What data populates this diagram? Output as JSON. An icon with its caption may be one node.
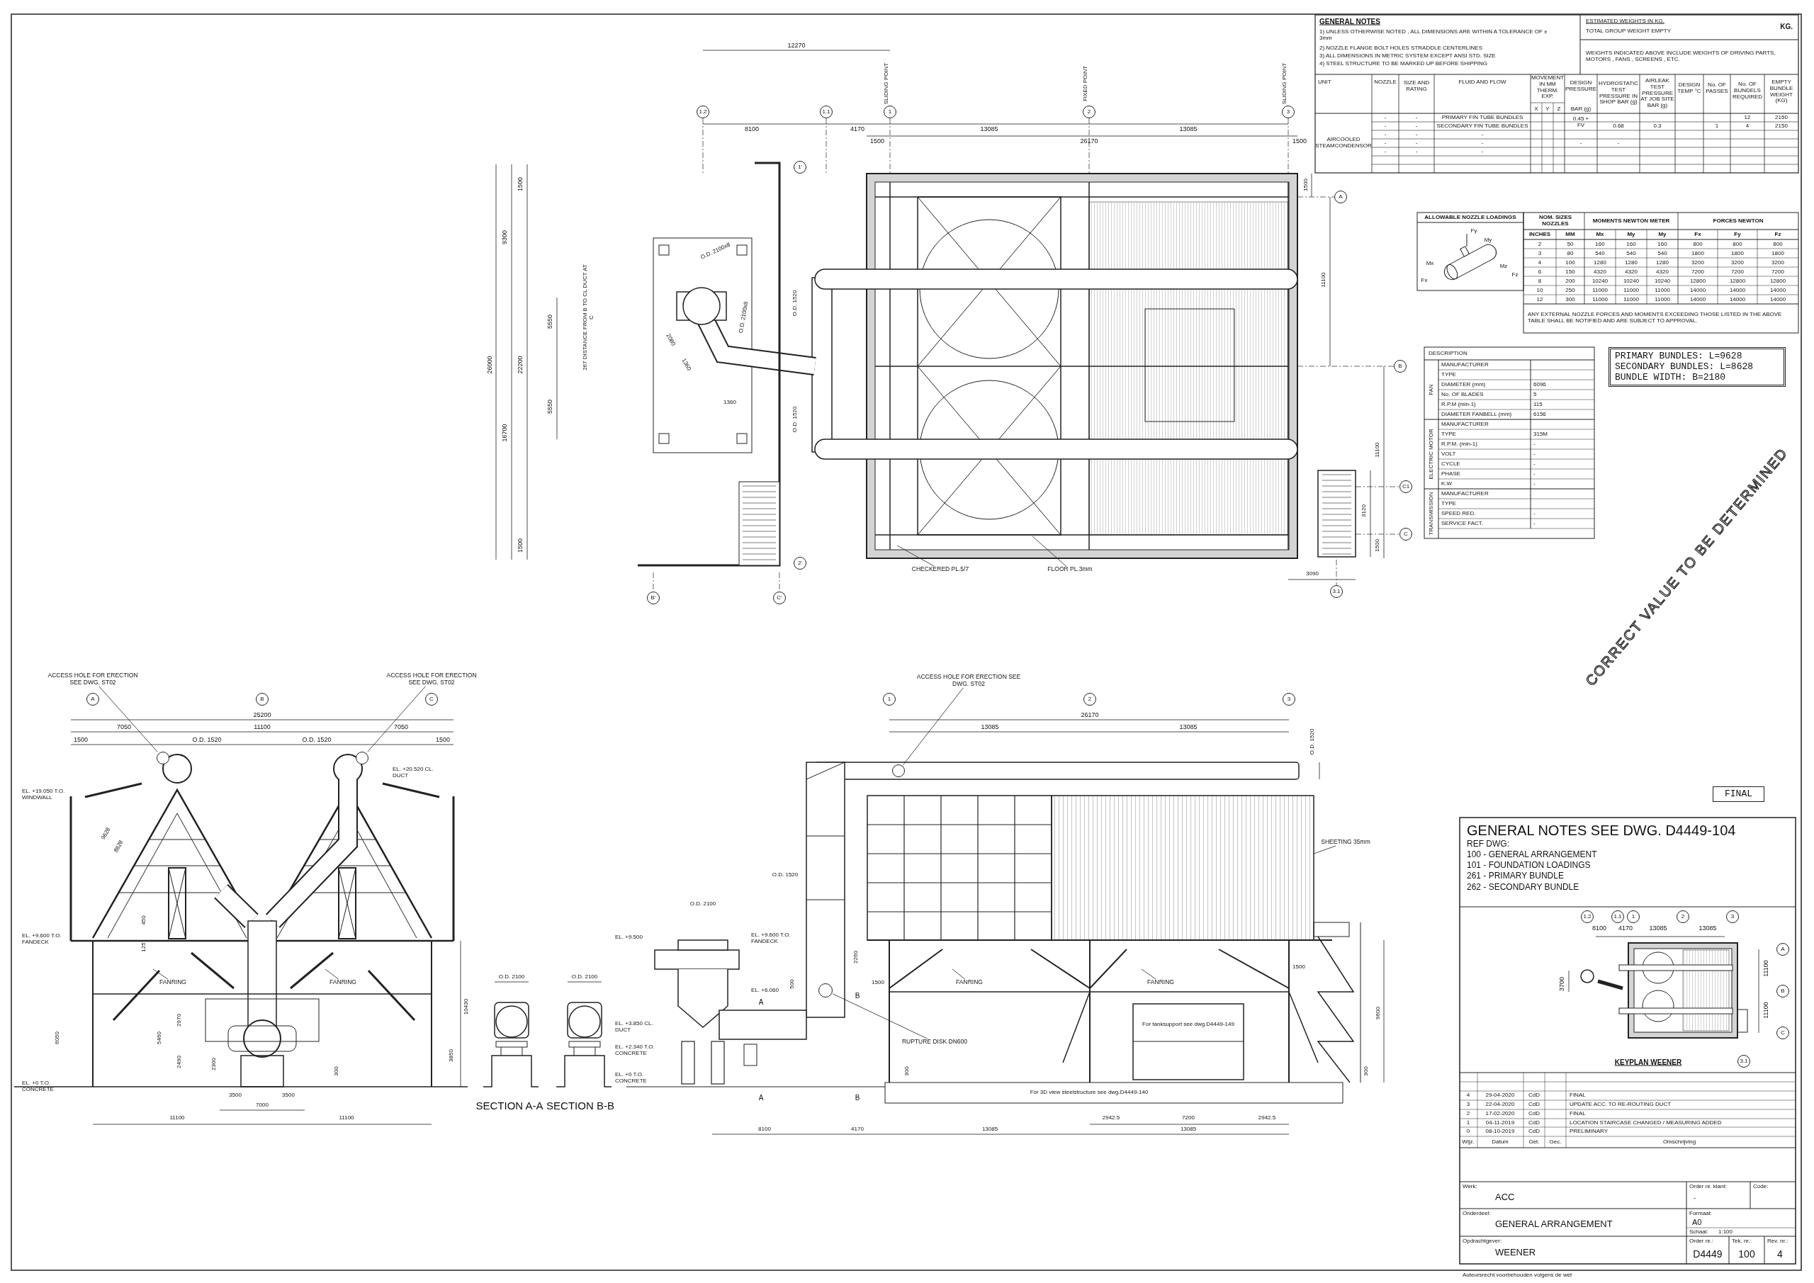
{
  "diagram": {
    "nodes": [
      {
        "text": [
          "ACCESS HOLE FOR ERECTION SEE DWG. ST02"
        ]
      },
      {
        "text": [
          "ACCESS HOLE FOR ERECTION SEE DWG. ST02"
        ]
      },
      {
        "text": [
          "ACCESS HOLE FOR ERECTION SEE DWG. ST02"
        ]
      },
      {
        "text": [
          "CHECKERED PL.5/7"
        ]
      },
      {
        "text": [
          "FLOOR PL.3mm"
        ]
      },
      {
        "text": [
          "SHEETING 35mm"
        ]
      },
      {
        "text": [
          "RUPTURE DISK DN600"
        ]
      },
      {
        "text": [
          "FANRING"
        ]
      },
      {
        "text": [
          "FANRING"
        ]
      },
      {
        "text": [
          "FANRING"
        ]
      },
      {
        "text": [
          "FANRING"
        ]
      },
      {
        "text": [
          "PRIMARY BUNDLES: L=9628",
          "SECONDARY BUNDLES: L=8628",
          "BUNDLE WIDTH: B=2180"
        ]
      },
      {
        "text": [
          "FINAL"
        ]
      },
      {
        "text": [
          "1.2"
        ]
      },
      {
        "text": [
          "1.1"
        ]
      },
      {
        "text": [
          "1"
        ],
        "beside": [
          "SLIDING POINT"
        ]
      },
      {
        "text": [
          "2"
        ],
        "beside": [
          "FIXED POINT"
        ]
      },
      {
        "text": [
          "3"
        ],
        "beside": [
          "SLIDING POINT"
        ]
      },
      {
        "text": [
          "1'"
        ]
      },
      {
        "text": [
          "A"
        ]
      },
      {
        "text": [
          "B"
        ]
      },
      {
        "text": [
          "C1"
        ]
      },
      {
        "text": [
          "C"
        ]
      },
      {
        "text": [
          "2'"
        ]
      },
      {
        "text": [
          "3.1"
        ]
      },
      {
        "text": [
          "B'"
        ]
      },
      {
        "text": [
          "C'"
        ]
      },
      {
        "text": [
          "A"
        ]
      },
      {
        "text": [
          "B"
        ]
      },
      {
        "text": [
          "C"
        ]
      },
      {
        "text": [
          "1"
        ]
      },
      {
        "text": [
          "2"
        ]
      },
      {
        "text": [
          "3"
        ]
      },
      {
        "text": [
          "1.2"
        ]
      },
      {
        "text": [
          "1.1"
        ]
      },
      {
        "text": [
          "1"
        ]
      },
      {
        "text": [
          "2"
        ]
      },
      {
        "text": [
          "3"
        ]
      },
      {
        "text": [
          "A"
        ]
      },
      {
        "text": [
          "B"
        ]
      },
      {
        "text": [
          "C"
        ]
      },
      {
        "text": [
          "3.1"
        ]
      },
      {
        "text": [],
        "shape": "circle"
      },
      {
        "text": [],
        "shape": "circle"
      },
      {
        "text": [],
        "shape": "circle"
      },
      {
        "text": [],
        "shape": "circle"
      }
    ],
    "edges": [
      {
        "from": 0,
        "to": 42,
        "arrow": "none"
      },
      {
        "from": 1,
        "to": 43,
        "arrow": "none"
      },
      {
        "from": 2,
        "to": 44,
        "arrow": "none"
      },
      {
        "from": 3,
        "to": null,
        "arrow": "none"
      },
      {
        "from": 4,
        "to": null,
        "arrow": "none"
      },
      {
        "from": 5,
        "to": null,
        "arrow": "none"
      },
      {
        "from": 6,
        "to": 45,
        "arrow": "none"
      },
      {
        "from": 7,
        "to": null,
        "arrow": "none"
      },
      {
        "from": 8,
        "to": null,
        "arrow": "none"
      },
      {
        "from": 9,
        "to": null,
        "arrow": "none"
      },
      {
        "from": 10,
        "to": null,
        "arrow": "none"
      }
    ],
    "labels": [
      "12270",
      "8100",
      "4170",
      "13085",
      "13085",
      "1500",
      "26170",
      "1500",
      "26000",
      "9300",
      "22200",
      "16700",
      "1500",
      "1500",
      "5550",
      "5550",
      "267 DISTANCE FROM B TO CL DUCT AT C",
      "O.D. 2100x8",
      "O.D. 2100x8",
      "2080",
      "1360",
      "1360",
      "O.D. 1520",
      "O.D. 1520",
      "1500",
      "11100",
      "11100",
      "3120",
      "1500",
      "3090",
      "GENERAL NOTES",
      "1) UNLESS OTHERWISE NOTED , ALL DIMENSIONS ARE WITHIN A TOLERANCE OF ± 3mm",
      "2) NOZZLE FLANGE BOLT HOLES STRADDLE CENTERLINES",
      "3) ALL DIMENSIONS IN METRIC SYSTEM EXCEPT ANSI STD. SIZE",
      "4) STEEL STRUCTURE TO BE MARKED UP BEFORE SHIPPING",
      "ESTIMATED WEIGHTS IN KG.",
      "TOTAL GROUP WEIGHT EMPTY",
      "KG.",
      "WEIGHTS INDICATED ABOVE INCLUDE WEIGHTS OF DRIVING PARTS, MOTORS , FANS , SCREENS , ETC.",
      "UNIT",
      "NOZZLE",
      "SIZE AND RATING",
      "FLUID AND FLOW",
      "MOVEMENT IN MM THERM. EXP.",
      "X",
      "Y",
      "Z",
      "DESIGN PRESSURE",
      "BAR (g)",
      "HYDROSTATIC TEST PRESSURE IN SHOP BAR (g)",
      "AIRLEAK TEST PRESSURE AT JOB SITE BAR (g)",
      "DESIGN TEMP °C",
      "No. OF PASSES",
      "No. OF BUNDELS REQUIRED",
      "EMPTY BUNDLE WEIGHT (KG)",
      "-",
      "-",
      "PRIMARY FIN TUBE BUNDLES",
      "0.45 + FV",
      "12",
      "2150",
      "-",
      "-",
      "SECONDARY FIN TUBE BUNDLES",
      "0.68",
      "0.3",
      "1",
      "4",
      "2150",
      "AIRCOOLED STEAMCONDENSOR",
      "-",
      "-",
      "-",
      "-",
      "-",
      "-",
      "-",
      "-",
      "-",
      "-",
      "-",
      "ALLOWABLE NOZZLE LOADINGS",
      "NOM. SIZES NOZZLES",
      "MOMENTS NEWTON METER",
      "FORCES NEWTON",
      "INCHES",
      "MM",
      "Mx",
      "My",
      "My",
      "Fx",
      "Fy",
      "Fz",
      "2",
      "50",
      "160",
      "160",
      "160",
      "800",
      "800",
      "800",
      "3",
      "80",
      "540",
      "540",
      "540",
      "1800",
      "1800",
      "1800",
      "4",
      "100",
      "1280",
      "1280",
      "1280",
      "3200",
      "3200",
      "3200",
      "6",
      "150",
      "4320",
      "4320",
      "4320",
      "7200",
      "7200",
      "7200",
      "8",
      "200",
      "10240",
      "10240",
      "10240",
      "12800",
      "12800",
      "12800",
      "10",
      "250",
      "11000",
      "11000",
      "11000",
      "14000",
      "14000",
      "14000",
      "12",
      "300",
      "11000",
      "11000",
      "11000",
      "14000",
      "14000",
      "14000",
      "ANY EXTERNAL NOZZLE FORCES AND MOMENTS EXCEEDING THOSE LISTED IN THE ABOVE TABLE SHALL BE NOTIFIED AND ARE SUBJECT TO APPROVAL.",
      "DESCRIPTION",
      "FAN",
      "MANUFACTURER",
      "TYPE",
      "DIAMETER (mm)",
      "6096",
      "No. OF BLADES",
      "5",
      "R.P.M (min-1)",
      "115",
      "DIAMETER FANBELL (mm)",
      "6156",
      "ELECTRIC MOTOR",
      "MANUFACTURER",
      "TYPE",
      "315M",
      "R.P.M. (min-1)",
      "-",
      "VOLT",
      "-",
      "CYCLE",
      "-",
      "PHASE",
      "-",
      "K.W",
      "-",
      "TRANSMISSION",
      "MANUFACTURER",
      "TYPE",
      "SPEED RED.",
      "-",
      "SERVICE FACT.",
      "-",
      "CORRECT VALUE TO BE DETERMINED",
      "25200",
      "7050",
      "11100",
      "7050",
      "1500",
      "O.D. 1520",
      "O.D. 1520",
      "1500",
      "EL. +20.520 CL. DUCT",
      "EL. +19.050 T.O. WINDWALL",
      "9628",
      "8628",
      "450",
      "125",
      "EL. +9.600 T.O. FANDECK",
      "10430",
      "6050",
      "5460",
      "2970",
      "2490",
      "2300",
      "300",
      "3850",
      "EL. +0 T.O. CONCRETE",
      "3500",
      "3500",
      "7000",
      "11100",
      "11100",
      "O.D. 2100",
      "O.D. 2100",
      "SECTION A-A",
      "SECTION B-B",
      "26170",
      "13085",
      "13085",
      "O.D. 1520",
      "O.D. 1520",
      "O.D. 2100",
      "EL. +9.500",
      "EL. +9.600 T.O. FANDECK",
      "2260",
      "1500",
      "1500",
      "500",
      "EL. +6.060",
      "A",
      "B",
      "EL. +3.850 CL. DUCT",
      "For tanksupport see dwg.D4449-149",
      "9600",
      "EL. +2.340 T.O. CONCRETE",
      "EL. +0 T.O. CONCRETE",
      "300",
      "300",
      "A",
      "B",
      "For 3D view steelstructure see dwg.D4449-140",
      "2942.5",
      "7200",
      "2942.5",
      "8100",
      "4170",
      "13085",
      "13085",
      "GENERAL NOTES SEE DWG. D4449-104",
      "REF DWG:",
      "100 - GENERAL ARRANGEMENT",
      "101 - FOUNDATION LOADINGS",
      "261 - PRIMARY BUNDLE",
      "262 - SECONDARY BUNDLE",
      "8100",
      "4170",
      "13085",
      "13085",
      "3700",
      "11100",
      "11100",
      "KEYPLAN WEENER",
      "4",
      "29-04-2020",
      "CdD",
      "FINAL",
      "3",
      "22-04-2020",
      "CdD",
      "UPDATE ACC. TO RE-ROUTING DUCT",
      "2",
      "17-02-2020",
      "CdD",
      "FINAL",
      "1",
      "04-11-2019",
      "CdD",
      "LOCATION STAIRCASE CHANGED / MEASURING ADDED",
      "0",
      "08-10-2019",
      "CdD",
      "PRELIMINARY",
      "Wijz.",
      "Datum",
      "Get.",
      "Gec.",
      "Omschrijving",
      "Werk:",
      "ACC",
      "Order nr. klant:",
      "-",
      "Code:",
      "Onderdeel:",
      "GENERAL ARRANGEMENT",
      "Formaat:",
      "A0",
      "Schaal:",
      "1:100",
      "Opdrachtgever:",
      "WEENER",
      "Order nr.:",
      "D4449",
      "Tek. nr.:",
      "100",
      "Rev. nr.:",
      "4",
      "Auteursrecht voorbehouden volgens de wet",
      "Fy",
      "My",
      "Mx",
      "Fx",
      "Mz",
      "Fz"
    ]
  }
}
